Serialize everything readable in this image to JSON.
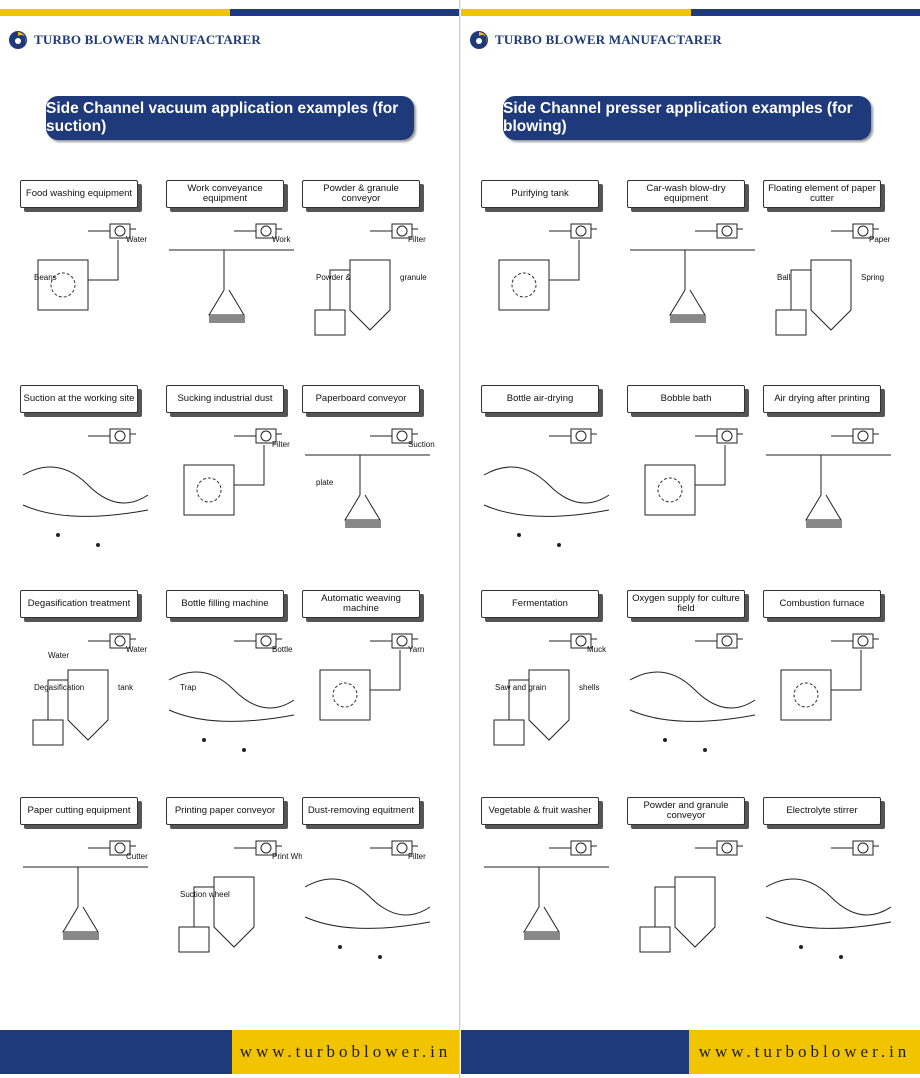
{
  "brand": {
    "name": "TURBO BLOWER MANUFACTARER",
    "logo_icon": "swirl-logo-icon",
    "blue": "#1f3a7a",
    "yellow": "#f2c300"
  },
  "left": {
    "title": "Side Channel vacuum application examples (for suction)",
    "footer_url": "www.turboblower.in",
    "items": [
      {
        "label": "Food washing equipment",
        "callouts": [
          "Water",
          "Beans"
        ]
      },
      {
        "label": "Work conveyance equipment",
        "callouts": [
          "Work"
        ]
      },
      {
        "label": "Powder & granule conveyor",
        "callouts": [
          "Filter",
          "Powder &",
          "granule"
        ]
      },
      {
        "label": "Suction at the working site",
        "callouts": []
      },
      {
        "label": "Sucking industrial dust",
        "callouts": [
          "Filter"
        ]
      },
      {
        "label": "Paperboard conveyor",
        "callouts": [
          "Suction",
          "plate"
        ]
      },
      {
        "label": "Degasification treatment",
        "callouts": [
          "Water",
          "Degasification",
          "tank",
          "Water"
        ]
      },
      {
        "label": "Bottle filling machine",
        "callouts": [
          "Bottle",
          "Trap"
        ]
      },
      {
        "label": "Automatic weaving machine",
        "callouts": [
          "Yarn"
        ]
      },
      {
        "label": "Paper cutting equipment",
        "callouts": [
          "Cutter"
        ]
      },
      {
        "label": "Printing paper conveyor",
        "callouts": [
          "Print Wheel",
          "Suction wheel"
        ]
      },
      {
        "label": "Dust-removing equitment",
        "callouts": [
          "Filter"
        ]
      }
    ]
  },
  "right": {
    "title": "Side Channel presser application examples (for blowing)",
    "footer_url": "www.turboblower.in",
    "items": [
      {
        "label": "Purifying tank",
        "callouts": []
      },
      {
        "label": "Car-wash blow-dry equipment",
        "callouts": []
      },
      {
        "label": "Floating element of paper cutter",
        "callouts": [
          "Paper",
          "Ball",
          "Spring"
        ]
      },
      {
        "label": "Bottle air-drying",
        "callouts": []
      },
      {
        "label": "Bobble bath",
        "callouts": []
      },
      {
        "label": "Air drying after printing",
        "callouts": []
      },
      {
        "label": "Fermentation",
        "callouts": [
          "Muck",
          "Saw and grain",
          "shells"
        ]
      },
      {
        "label": "Oxygen supply for culture field",
        "callouts": []
      },
      {
        "label": "Combustion furnace",
        "callouts": []
      },
      {
        "label": "Vegetable & fruit washer",
        "callouts": []
      },
      {
        "label": "Powder and granule conveyor",
        "callouts": []
      },
      {
        "label": "Electrolyte stirrer",
        "callouts": []
      }
    ]
  }
}
